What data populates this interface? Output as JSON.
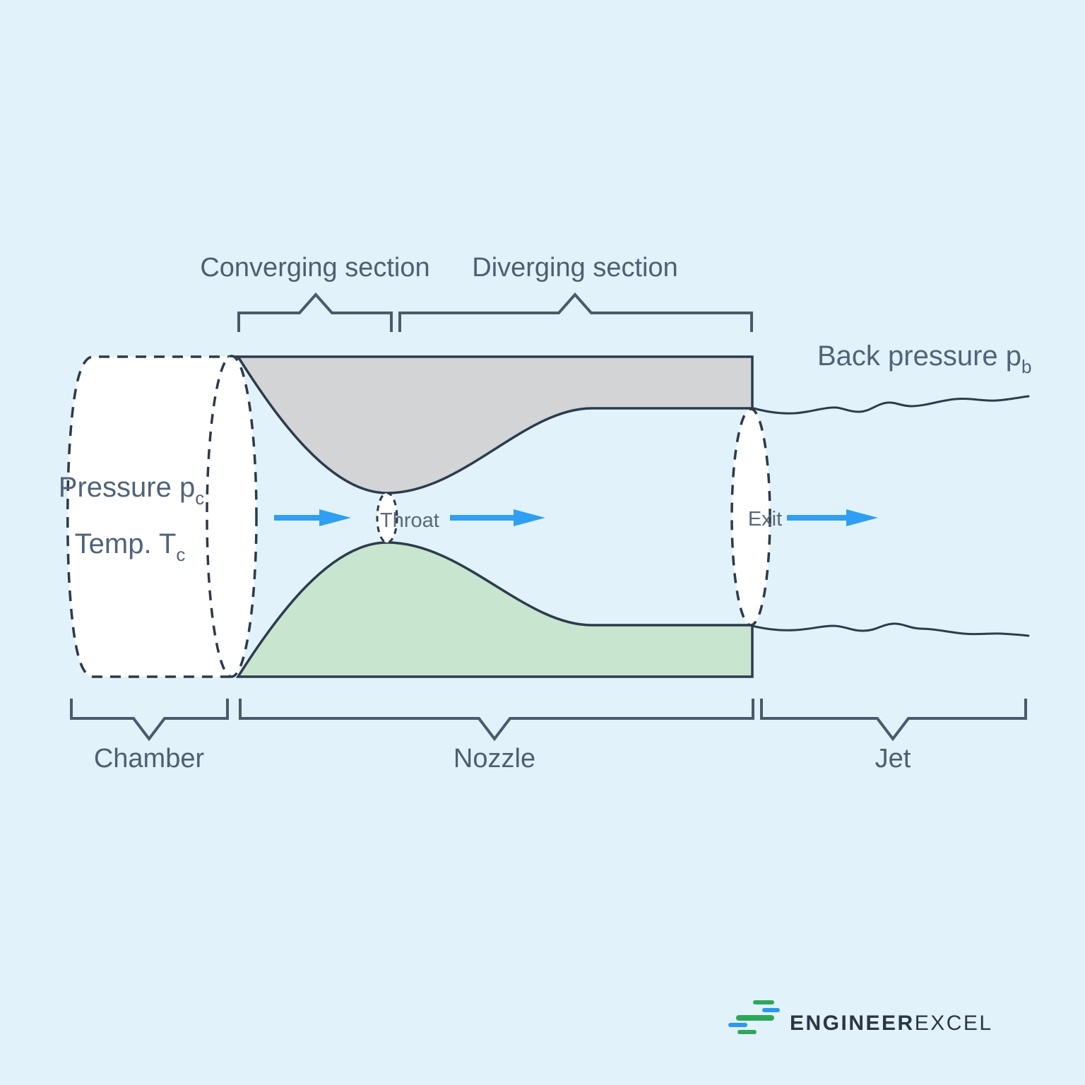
{
  "diagram": {
    "top_braces": {
      "converging_label": "Converging section",
      "diverging_label": "Diverging section"
    },
    "chamber": {
      "pressure_main": "Pressure p",
      "pressure_sub": "c",
      "temp_main": "Temp. T",
      "temp_sub": "c"
    },
    "flow": {
      "throat_label": "Throat",
      "exit_label": "Exit"
    },
    "back_pressure": {
      "main": "Back pressure p",
      "sub": "b"
    },
    "bottom_braces": {
      "chamber_label": "Chamber",
      "nozzle_label": "Nozzle",
      "jet_label": "Jet"
    }
  },
  "logo": {
    "brand_bold": "ENGINEER",
    "brand_light": "EXCEL"
  },
  "colors": {
    "background": "#e1f2fb",
    "wall_outline": "#2d3c4c",
    "wall_gray": "#d2d4d6",
    "wall_green": "#c8e5cf",
    "arrow_blue": "#2e9ff2",
    "label_text": "#4d5f70",
    "brace": "#4a5a6c",
    "logo_green": "#2fa75a",
    "logo_blue": "#2d97ee",
    "logo_text": "#2a3645",
    "chamber_fill": "#ffffff"
  }
}
